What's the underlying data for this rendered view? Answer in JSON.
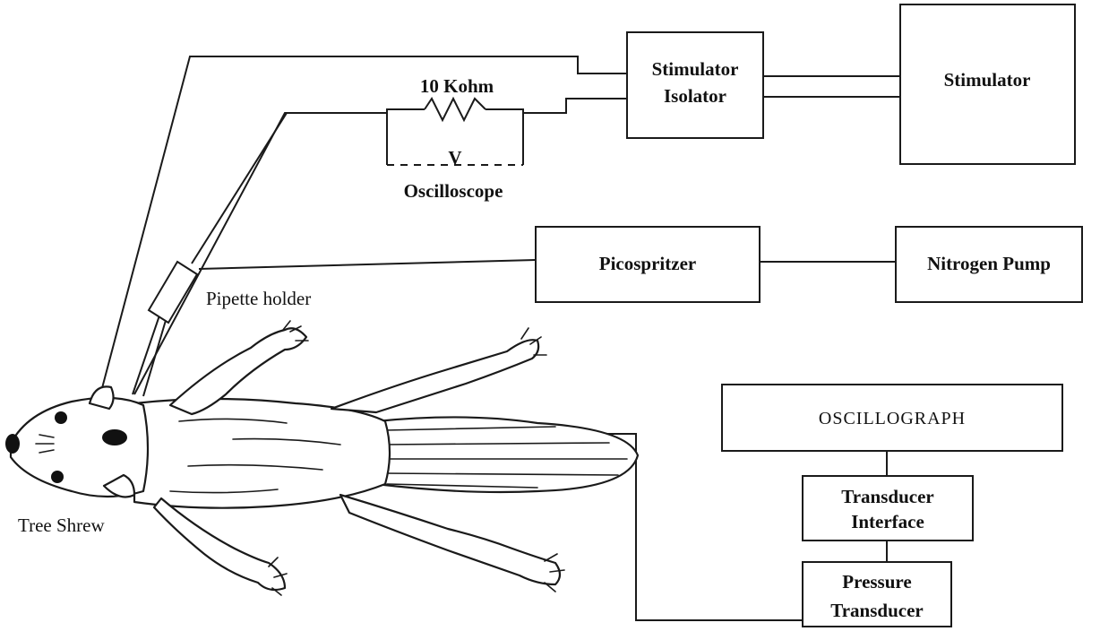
{
  "labels": {
    "stimulator_isolator_line1": "Stimulator",
    "stimulator_isolator_line2": "Isolator",
    "stimulator": "Stimulator",
    "resistor": "10 Kohm",
    "voltmeter": "V",
    "oscilloscope": "Oscilloscope",
    "picospritzer": "Picospritzer",
    "nitrogen_pump": "Nitrogen Pump",
    "pipette_holder": "Pipette holder",
    "tree_shrew": "Tree Shrew",
    "oscillograph": "OSCILLOGRAPH",
    "transducer_interface_line1": "Transducer",
    "transducer_interface_line2": "Interface",
    "pressure_transducer_line1": "Pressure",
    "pressure_transducer_line2": "Transducer"
  },
  "icons": {
    "resistor": "resistor-zigzag-icon",
    "animal": "tree-shrew-drawing",
    "pipette": "pipette-holder-icon"
  },
  "colors": {
    "ink": "#1a1a1a",
    "paper": "#ffffff"
  }
}
